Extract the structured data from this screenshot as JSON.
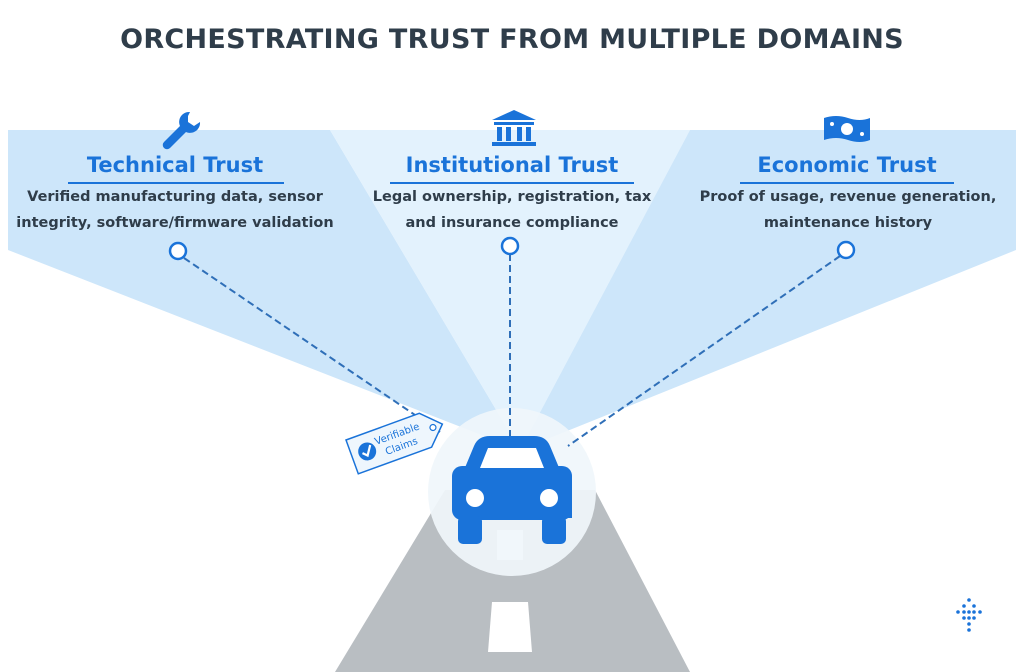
{
  "title": "ORCHESTRATING TRUST FROM MULTIPLE DOMAINS",
  "domains": [
    {
      "heading": "Technical Trust",
      "icon": "wrench-icon",
      "lines": [
        "Verified manufacturing data, sensor",
        "integrity, software/firmware validation"
      ]
    },
    {
      "heading": "Institutional Trust",
      "icon": "bank-building-icon",
      "lines": [
        "Legal ownership, registration, tax",
        "and insurance compliance"
      ]
    },
    {
      "heading": "Economic Trust",
      "icon": "banknote-icon",
      "lines": [
        "Proof of usage, revenue generation,",
        "maintenance history"
      ]
    }
  ],
  "tag": {
    "line1": "Verifiable",
    "line2": "Claims"
  },
  "colors": {
    "accent": "#1a73d9",
    "beam": "#cfe8fb",
    "beam_center": "#dff0fc",
    "title": "#2f3d4a",
    "road": "#b9bec2"
  }
}
